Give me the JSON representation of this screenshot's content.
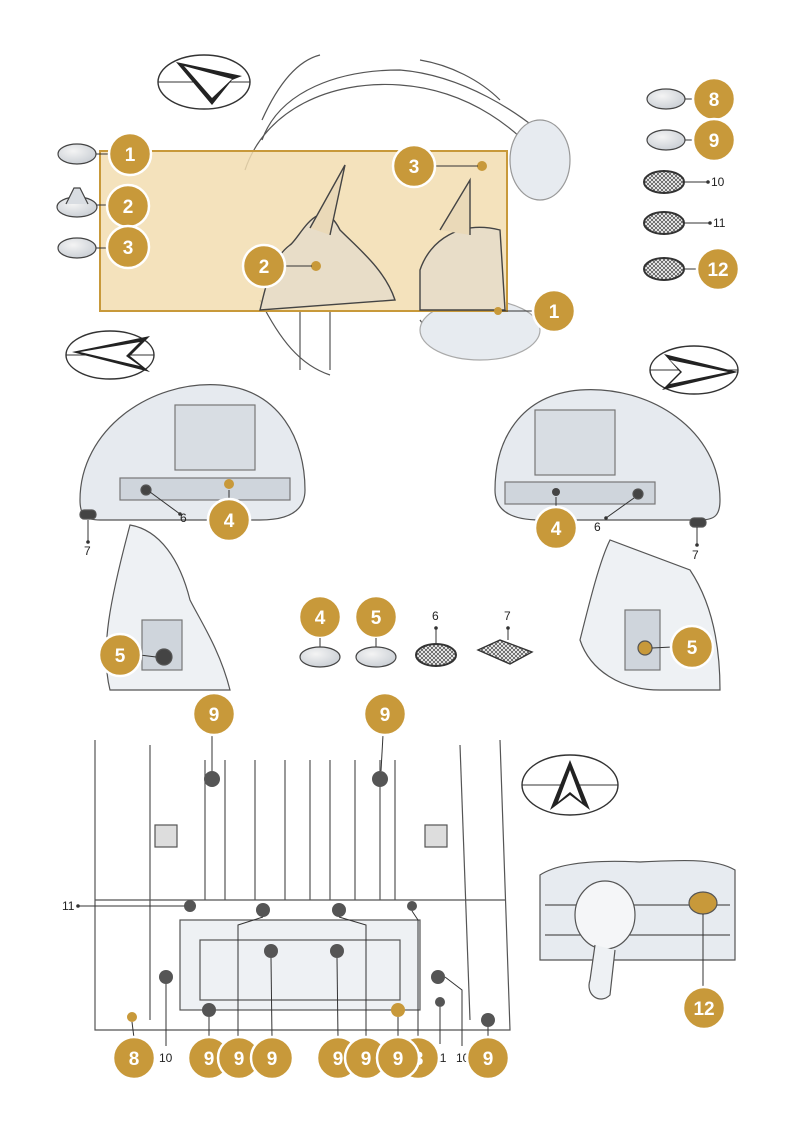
{
  "colors": {
    "badge_fill": "#C8993A",
    "badge_ring": "#ffffff",
    "highlight_box": "#F2DDB0",
    "highlight_border": "#C8993A",
    "line": "#333333",
    "shade": "#dde3ea"
  },
  "legend_top_left": {
    "items": [
      "1",
      "2",
      "3"
    ]
  },
  "legend_top_right": {
    "badged": [
      "8",
      "9",
      "12"
    ],
    "plain": [
      "10",
      "11"
    ]
  },
  "legend_middle": {
    "badged": [
      "4",
      "5"
    ],
    "plain": [
      "6",
      "7"
    ]
  },
  "top_view_callouts": [
    "3",
    "2",
    "1"
  ],
  "wheel_arch_left": {
    "badge": "4",
    "detail_badge": "5",
    "labels": [
      "6",
      "7"
    ]
  },
  "wheel_arch_right": {
    "badge": "4",
    "detail_badge": "5",
    "labels": [
      "6",
      "7"
    ]
  },
  "floor_view": {
    "top_badges": [
      "9",
      "9"
    ],
    "bottom_badges": [
      "8",
      "9",
      "9",
      "9",
      "9",
      "9",
      "9",
      "8",
      "9"
    ],
    "labels": [
      "11",
      "10",
      "11",
      "10"
    ]
  },
  "tow_view": {
    "badge": "12"
  },
  "icons": [
    "direction-arrow-icon",
    "plug-disc-icon",
    "cone-plug-icon",
    "mesh-plug-icon",
    "pad-plug-icon"
  ]
}
